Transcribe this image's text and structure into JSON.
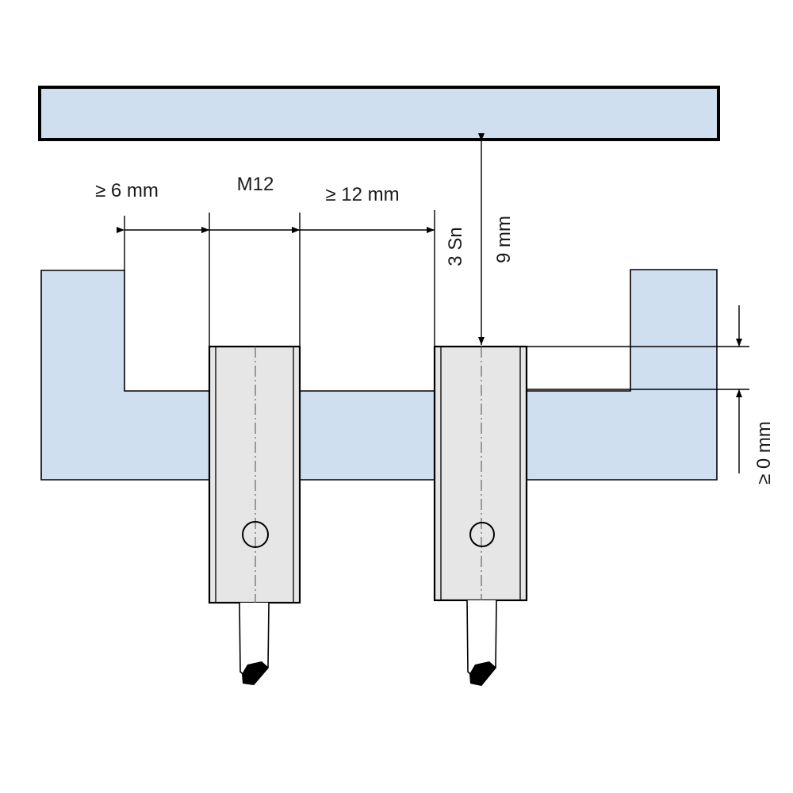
{
  "labels": {
    "side_clearance": "≥ 6 mm",
    "thread_size": "M12",
    "spacing": "≥ 12 mm",
    "target_distance_sn": "3 Sn",
    "target_distance_mm": "9 mm",
    "flush_offset": "≥ 0 mm"
  },
  "colors": {
    "fill_blue": "#cfdff0",
    "sensor_gray": "#e6e6e6",
    "line": "#000000"
  }
}
